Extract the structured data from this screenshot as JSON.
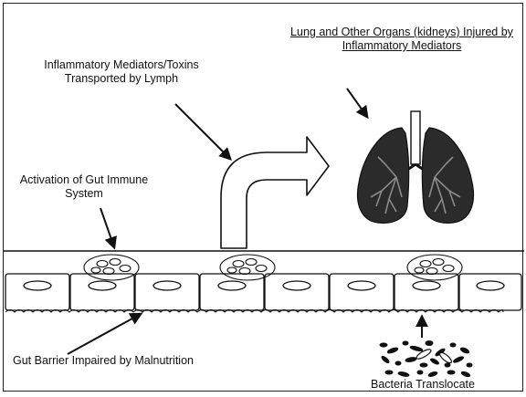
{
  "labels": {
    "organs_line1": "Lung and Other Organs (kidneys) Injured by",
    "organs_line2": "Inflammatory Mediators",
    "mediators_line1": "Inflammatory Mediators/Toxins",
    "mediators_line2": "Transported by Lymph",
    "activation_line1": "Activation of Gut Immune",
    "activation_line2": "System",
    "barrier": "Gut Barrier Impaired by Malnutrition",
    "bacteria": "Bacteria Translocate"
  },
  "colors": {
    "ink": "#111111",
    "lung_fill": "#2b2b2b",
    "airway": "#8a8a8a",
    "background": "#ffffff"
  },
  "icons": [
    "curved-arrow-icon",
    "lungs-icon",
    "immune-cluster-icon",
    "bacteria-icon"
  ]
}
